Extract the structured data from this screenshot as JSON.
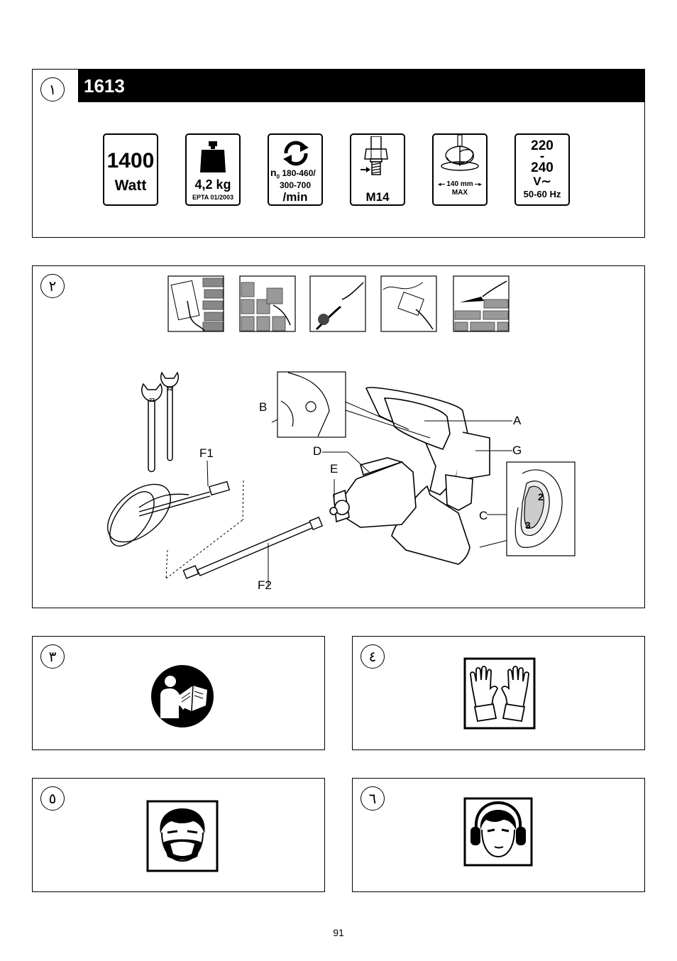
{
  "panel1": {
    "number": "١",
    "model": "1613",
    "specs": {
      "power": {
        "value": "1400",
        "unit": "Watt"
      },
      "weight": {
        "value": "4,2 kg",
        "note": "EPTA 01/2003"
      },
      "speed": {
        "n0": "n",
        "sub": "0",
        "range1": "180-460/",
        "range2": "300-700",
        "unit": "/min"
      },
      "thread": {
        "value": "M14"
      },
      "paddle": {
        "size": "140 mm",
        "max": "MAX"
      },
      "voltage": {
        "v1": "220",
        "dash": "-",
        "v2": "240",
        "ac": "V∼",
        "freq": "50-60 Hz"
      }
    }
  },
  "panel2": {
    "number": "٢",
    "labels": {
      "A": "A",
      "B": "B",
      "C": "C",
      "D": "D",
      "E": "E",
      "G": "G",
      "F1": "F1",
      "F2": "F2"
    },
    "wrench_size": "22",
    "speed_dial": {
      "low": "2",
      "high": "3"
    }
  },
  "panel3": {
    "number": "٣",
    "icon": "read-manual-icon"
  },
  "panel4": {
    "number": "٤",
    "icon": "gloves-icon"
  },
  "panel5": {
    "number": "٥",
    "icon": "dust-mask-icon"
  },
  "panel6": {
    "number": "٦",
    "icon": "ear-protection-icon"
  },
  "page_number": "91"
}
